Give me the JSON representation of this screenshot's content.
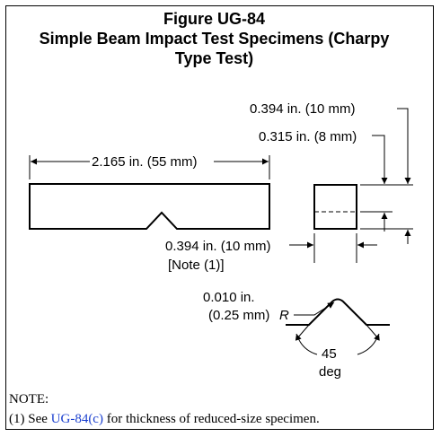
{
  "figure": {
    "title_line1": "Figure UG-84",
    "title_line2": "Simple Beam Impact Test Specimens (Charpy",
    "title_line3": "Type Test)"
  },
  "dimensions": {
    "height_outer": "0.394 in. (10 mm)",
    "height_under_notch": "0.315 in. (8 mm)",
    "length": "2.165 in. (55 mm)",
    "thickness": "0.394 in. (10 mm)",
    "thickness_note": "[Note (1)]",
    "radius_value": "0.010 in.",
    "radius_mm": "(0.25 mm)",
    "radius_symbol": "R",
    "angle_value": "45",
    "angle_unit": "deg"
  },
  "notes": {
    "heading": "NOTE:",
    "item_prefix": "(1) See",
    "item_ref": "UG-84(c)",
    "item_suffix": "for thickness of reduced-size specimen."
  },
  "colors": {
    "link": "#1a3fcf",
    "ink": "#000000"
  }
}
